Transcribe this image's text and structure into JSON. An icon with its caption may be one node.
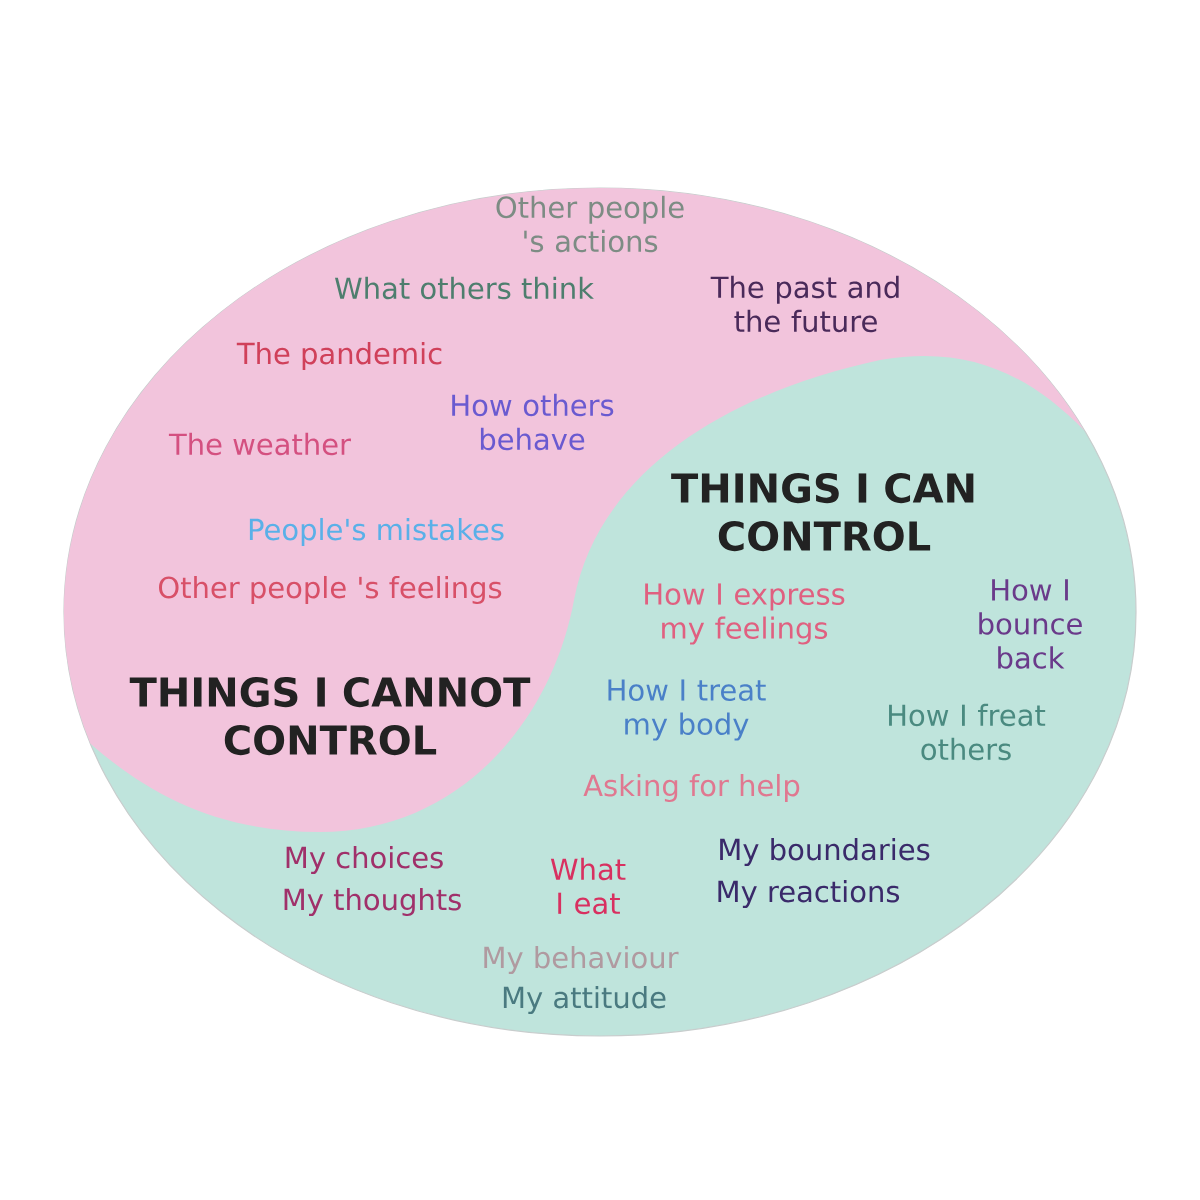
{
  "diagram": {
    "labels": [
      "Other people 's actions",
      "What others think",
      "The past and the future",
      "The pandemic",
      "The weather",
      "How others behave",
      "THINGS I CAN CONTROL",
      "People's mistakes",
      "Other people 's feelings",
      "How I express my feelings",
      "How I bounce back",
      "THINGS I CANNOT CONTROL",
      "How I treat my body",
      "How I freat others",
      "Asking for help",
      "My choices",
      "What I eat",
      "My boundaries",
      "My thoughts",
      "My reactions",
      "My behaviour",
      "My attitude"
    ]
  }
}
